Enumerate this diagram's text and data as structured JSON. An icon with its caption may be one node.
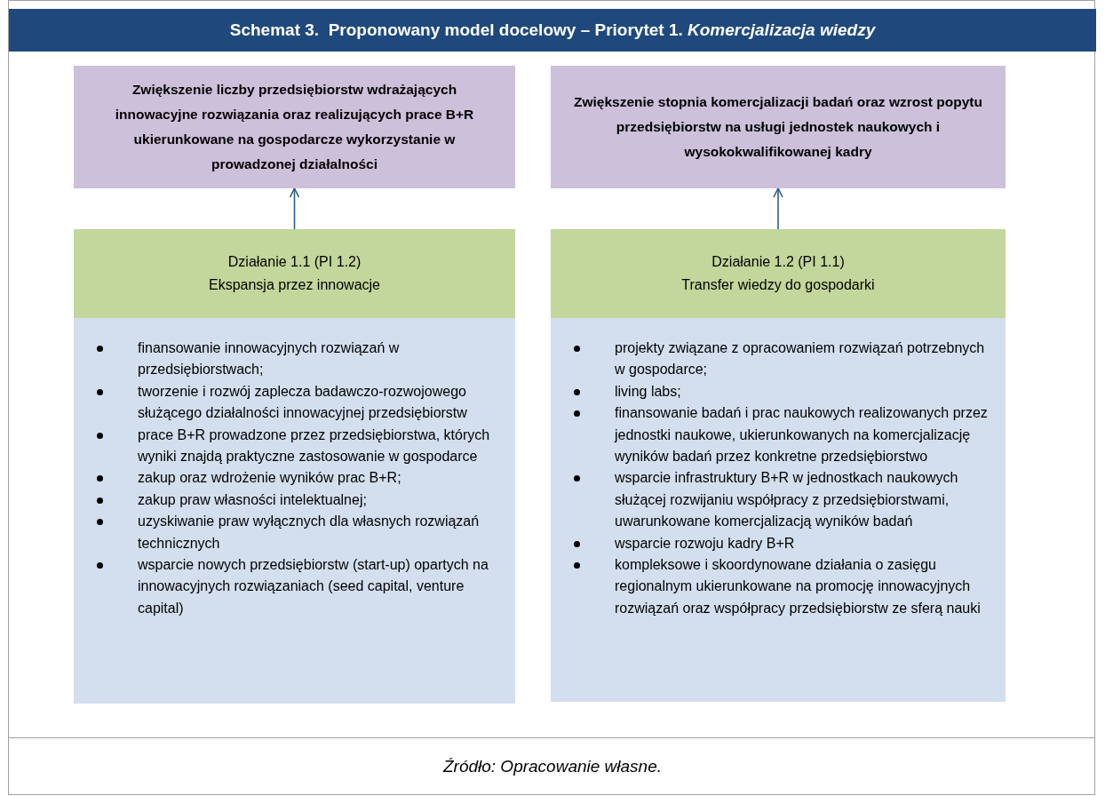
{
  "diagram": {
    "title": "Schemat 3.  Proponowany model docelowy – Priorytet 1. *Komercjalizacja wiedzy*",
    "caption": "Źródło: Opracowanie własne.",
    "nodes": [
      {
        "text": [
          "Zwiększenie liczby przedsiębiorstw wdrażających innowacyjne rozwiązania oraz realizujących prace B+R ukierunkowane na gospodarcze wykorzystanie w prowadzonej działalności"
        ]
      },
      {
        "text": [
          "Zwiększenie stopnia komercjalizacji badań oraz wzrost popytu przedsiębiorstw na usługi jednostek naukowych i wysokokwalifikowanej kadry"
        ]
      },
      {
        "text": [
          "Działanie 1.1 (PI 1.2)",
          "Ekspansja przez innowacje"
        ]
      },
      {
        "text": [
          "Działanie 1.2 (PI 1.1)",
          "Transfer wiedzy do gospodarki"
        ]
      },
      {
        "text": [
          "finansowanie innowacyjnych rozwiązań w przedsiębiorstwach;",
          "tworzenie i rozwój zaplecza badawczo-rozwojowego służącego działalności innowacyjnej przedsiębiorstw",
          "prace B+R prowadzone przez przedsiębiorstwa, których wyniki znajdą praktyczne zastosowanie w gospodarce",
          "zakup oraz wdrożenie wyników prac B+R;",
          "zakup praw własności intelektualnej;",
          "uzyskiwanie praw wyłącznych dla własnych rozwiązań technicznych",
          "wsparcie nowych przedsiębiorstw (start-up) opartych na innowacyjnych rozwiązaniach (seed capital, venture capital)"
        ]
      },
      {
        "text": [
          "projekty związane z opracowaniem rozwiązań potrzebnych w gospodarce;",
          "living labs;",
          "finansowanie badań i prac naukowych realizowanych przez jednostki naukowe, ukierunkowanych na komercjalizację wyników badań przez konkretne przedsiębiorstwo",
          "wsparcie infrastruktury B+R w jednostkach naukowych służącej rozwijaniu współpracy z przedsiębiorstwami, uwarunkowane komercjalizacją wyników badań",
          "wsparcie rozwoju kadry B+R",
          "kompleksowe i skoordynowane działania o zasięgu regionalnym ukierunkowane na promocję innowacyjnych rozwiązań oraz współpracy przedsiębiorstw ze sferą nauki"
        ]
      }
    ],
    "edges": [
      {
        "from": 2,
        "to": 0,
        "arrow": "to"
      },
      {
        "from": 3,
        "to": 1,
        "arrow": "to"
      }
    ]
  }
}
